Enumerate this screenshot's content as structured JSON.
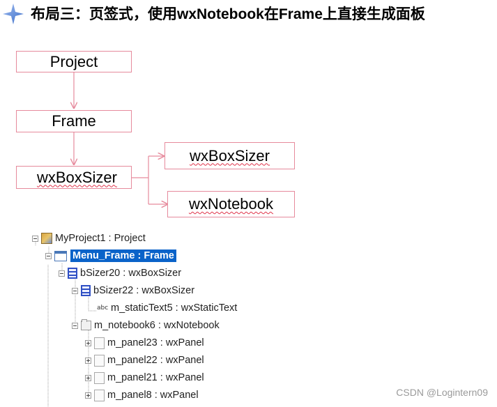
{
  "header": {
    "title": "布局三：页签式，使用wxNotebook在Frame上直接生成面板"
  },
  "diagram": {
    "nodes": {
      "project": "Project",
      "frame": "Frame",
      "boxsizer_main": "wxBoxSizer",
      "boxsizer_child": "wxBoxSizer",
      "notebook": "wxNotebook"
    },
    "edge_color": "#e68a9c"
  },
  "tree": {
    "items": [
      {
        "label": "MyProject1 : Project",
        "icon": "project-icon"
      },
      {
        "label": "Menu_Frame : Frame",
        "icon": "frame-icon",
        "selected": true
      },
      {
        "label": "bSizer20 : wxBoxSizer",
        "icon": "sizer-icon"
      },
      {
        "label": "bSizer22 : wxBoxSizer",
        "icon": "sizer-icon"
      },
      {
        "label": "m_staticText5 : wxStaticText",
        "icon": "static-text-icon"
      },
      {
        "label": "m_notebook6 : wxNotebook",
        "icon": "notebook-icon"
      },
      {
        "label": "m_panel23 : wxPanel",
        "icon": "panel-icon"
      },
      {
        "label": "m_panel22 : wxPanel",
        "icon": "panel-icon"
      },
      {
        "label": "m_panel21 : wxPanel",
        "icon": "panel-icon"
      },
      {
        "label": "m_panel8 : wxPanel",
        "icon": "panel-icon"
      }
    ],
    "static_text_glyph": "abc",
    "selection_color": "#0a63c9"
  },
  "watermark": "CSDN @Logintern09",
  "colors": {
    "accent_star": "#4a7fd6"
  }
}
